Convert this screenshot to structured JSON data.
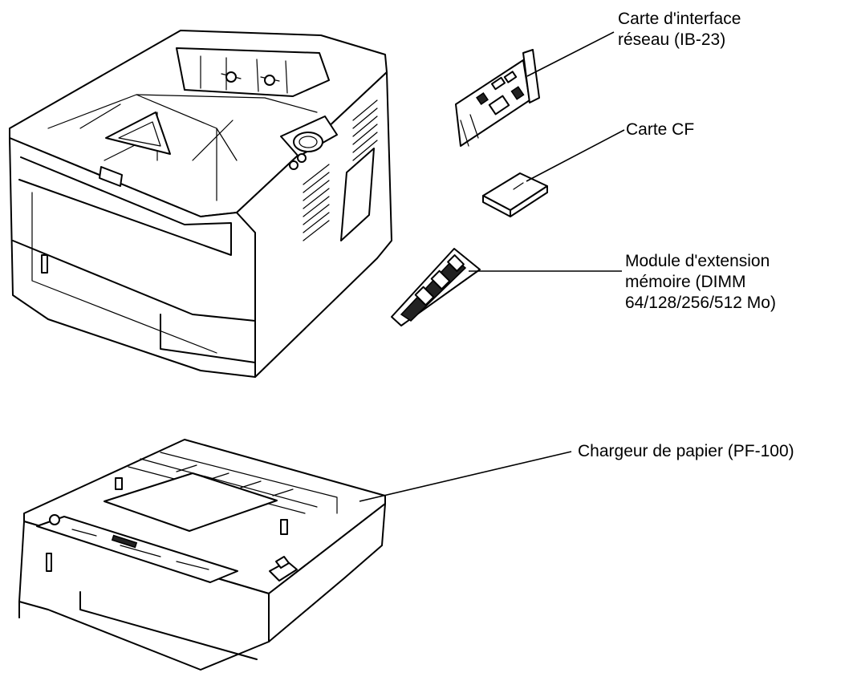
{
  "labels": {
    "network_card": [
      "Carte d'interface",
      "réseau (IB-23)"
    ],
    "cf_card": [
      "Carte CF"
    ],
    "memory_module": [
      "Module d'extension",
      "mémoire (DIMM",
      "64/128/256/512 Mo)"
    ],
    "paper_feeder": [
      "Chargeur de papier (PF-100)"
    ]
  }
}
